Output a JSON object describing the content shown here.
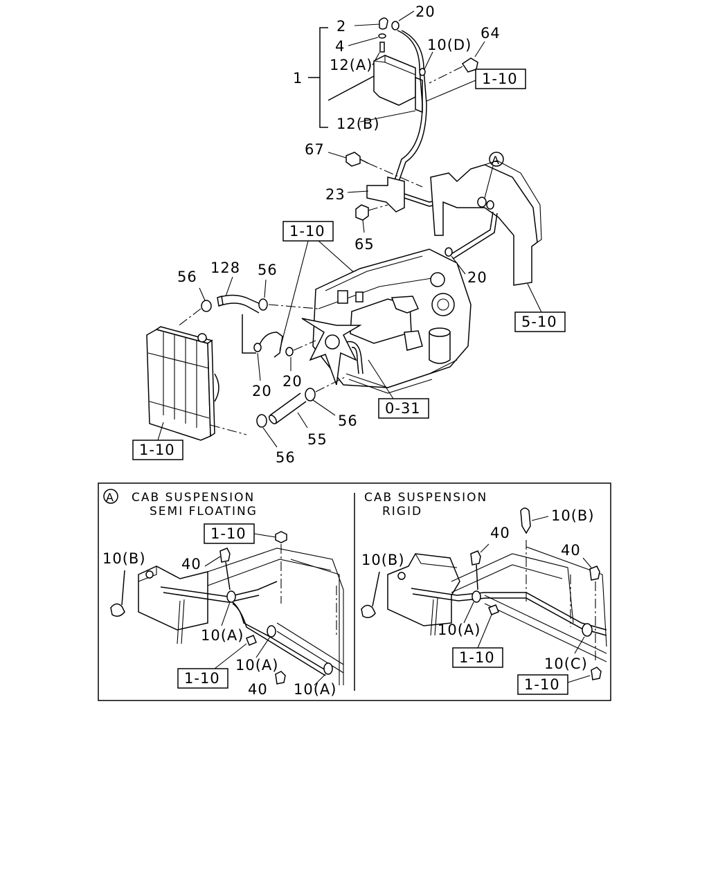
{
  "labels": {
    "p1": "1",
    "p2": "2",
    "p4": "4",
    "p12a": "12(A)",
    "p12b": "12(B)",
    "p20_top": "20",
    "p10d": "10(D)",
    "p64": "64",
    "p67": "67",
    "p23": "23",
    "p65": "65",
    "p56_a": "56",
    "p128": "128",
    "p56_b": "56",
    "p20_mid": "20",
    "p20_l": "20",
    "p20_c": "20",
    "p56_c": "56",
    "p55": "55",
    "p56_d": "56",
    "callout_a": "A"
  },
  "refs": {
    "r_top": "1-10",
    "r_mid": "1-10",
    "r_rad": "1-10",
    "r_510": "5-10",
    "r_031": "0-31",
    "l_top": "1-10",
    "l_bot": "1-10",
    "r_mid2": "1-10",
    "r_bot2": "1-10"
  },
  "detail": {
    "marker": "A",
    "left_line1": "CAB SUSPENSION",
    "left_line2": "SEMI FLOATING",
    "right_line1": "CAB SUSPENSION",
    "right_line2": "RIGID",
    "left_labels": {
      "l10b": "10(B)",
      "l40a": "40",
      "l10a1": "10(A)",
      "l10a2": "10(A)",
      "l40b": "40",
      "l10a3": "10(A)"
    },
    "right_labels": {
      "r10b_top": "10(B)",
      "r40a": "40",
      "r40b": "40",
      "r10b_left": "10(B)",
      "r10a": "10(A)",
      "r10c": "10(C)"
    }
  }
}
